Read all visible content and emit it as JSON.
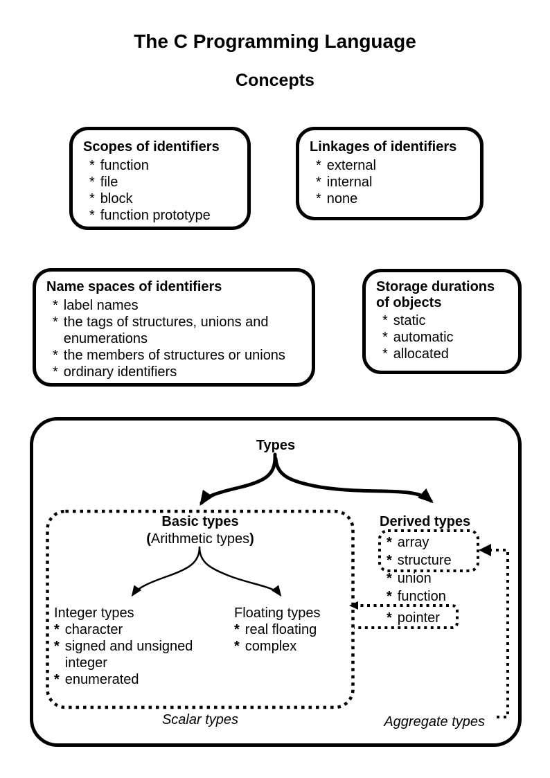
{
  "header": {
    "title": "The C Programming Language",
    "subtitle": "Concepts"
  },
  "bullet": "*",
  "concept_boxes": {
    "scopes": {
      "title": "Scopes of identifiers",
      "items": [
        "function",
        "file",
        "block",
        "function prototype"
      ]
    },
    "linkages": {
      "title": "Linkages of identifiers",
      "items": [
        "external",
        "internal",
        "none"
      ]
    },
    "namespaces": {
      "title": "Name spaces of identifiers",
      "items": [
        "label names",
        "the tags of structures, unions and enumerations",
        "the members of structures or unions",
        "ordinary identifiers"
      ]
    },
    "storage": {
      "title": "Storage durations of objects",
      "items": [
        "static",
        "automatic",
        "allocated"
      ]
    }
  },
  "types_diagram": {
    "root": "Types",
    "basic": {
      "title": "Basic types",
      "subtitle_open_paren": "(",
      "subtitle": "Arithmetic types",
      "subtitle_close_paren": ")",
      "integer": {
        "title": "Integer types",
        "items": [
          "character",
          "signed and unsigned integer",
          "enumerated"
        ]
      },
      "floating": {
        "title": "Floating types",
        "items": [
          "real floating",
          "complex"
        ]
      },
      "caption": "Scalar types"
    },
    "derived": {
      "title": "Derived types",
      "items": [
        "array",
        "structure",
        "union",
        "function",
        "pointer"
      ],
      "caption": "Aggregate types"
    }
  },
  "colors": {
    "ink": "#000000",
    "background": "#ffffff"
  }
}
